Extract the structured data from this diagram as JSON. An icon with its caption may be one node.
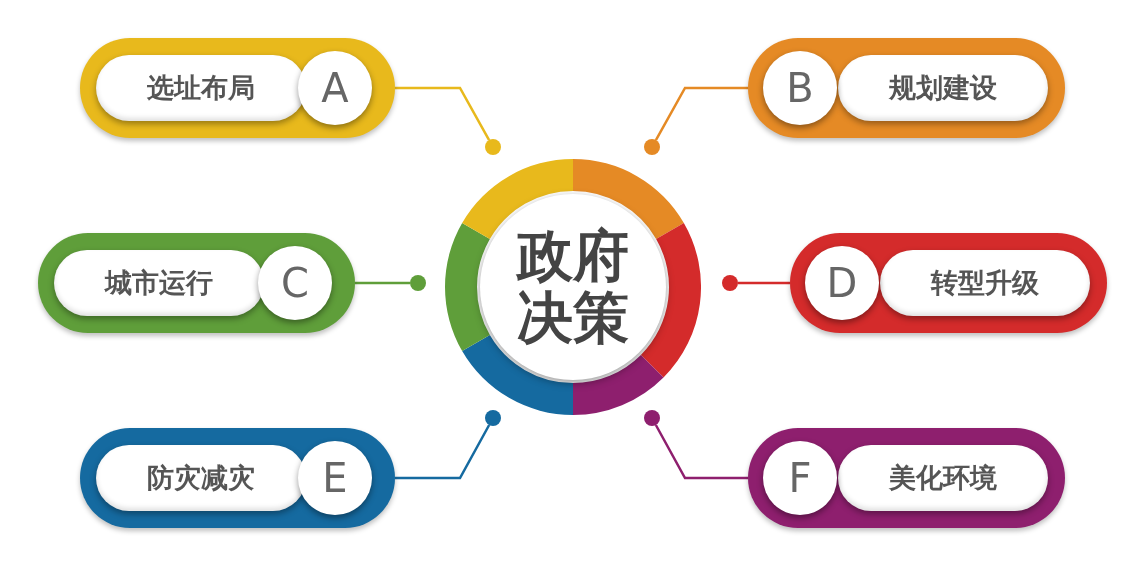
{
  "diagram": {
    "nodes": [
      {
        "text": [
          "政府决策"
        ]
      },
      {
        "text": [
          "选址布局",
          "A"
        ]
      },
      {
        "text": [
          "B",
          "规划建设"
        ]
      },
      {
        "text": [
          "城市运行",
          "C"
        ]
      },
      {
        "text": [
          "D",
          "转型升级"
        ]
      },
      {
        "text": [
          "防灾减灾",
          "E"
        ]
      },
      {
        "text": [
          "F",
          "美化环境"
        ]
      },
      {
        "text": [],
        "shape": "circle"
      },
      {
        "text": [],
        "shape": "circle"
      },
      {
        "text": [],
        "shape": "circle"
      },
      {
        "text": [],
        "shape": "circle"
      },
      {
        "text": [],
        "shape": "circle"
      },
      {
        "text": [],
        "shape": "circle"
      }
    ],
    "edges": [
      {
        "from": 1,
        "to": 7,
        "arrow": "none",
        "color": "#e8b91c"
      },
      {
        "from": 2,
        "to": 8,
        "arrow": "none",
        "color": "#e58a25"
      },
      {
        "from": 3,
        "to": 9,
        "arrow": "none",
        "color": "#5f9e3a"
      },
      {
        "from": 4,
        "to": 10,
        "arrow": "none",
        "color": "#d42b2b"
      },
      {
        "from": 5,
        "to": 11,
        "arrow": "none",
        "color": "#156aa0"
      },
      {
        "from": 6,
        "to": 12,
        "arrow": "none",
        "color": "#8e1f6e"
      }
    ]
  }
}
